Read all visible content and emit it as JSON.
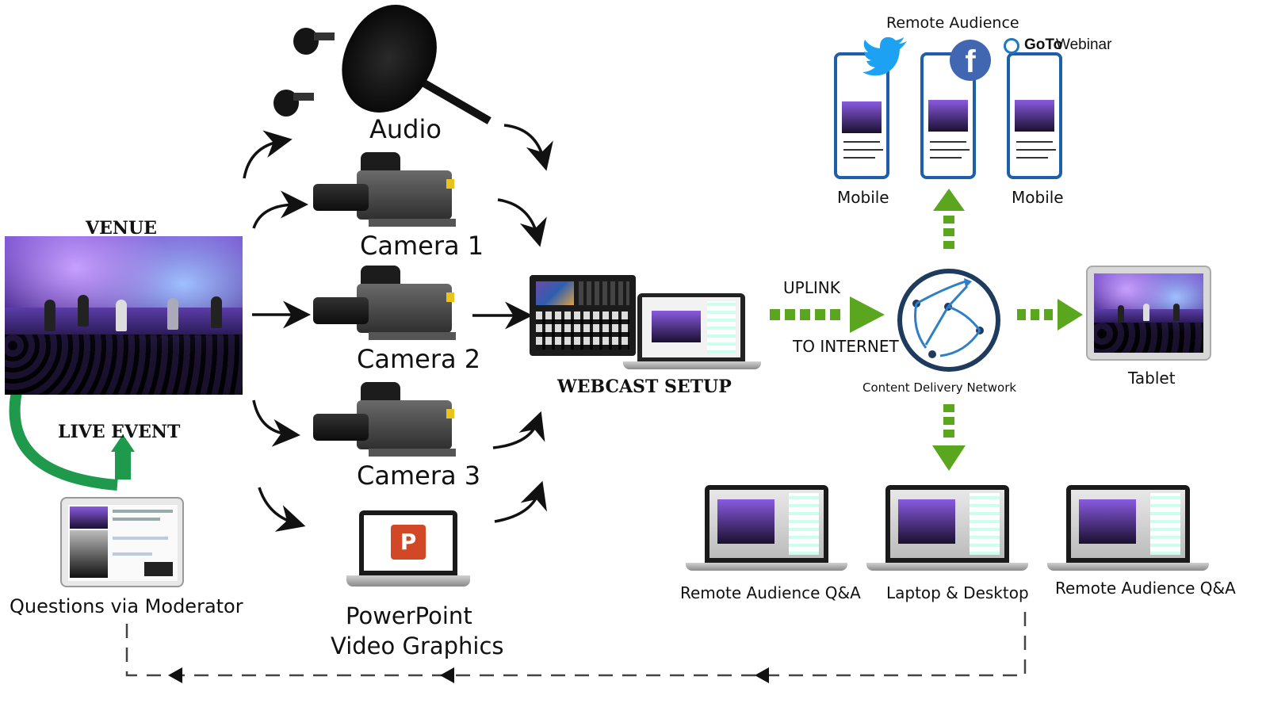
{
  "labels": {
    "venue": "VENUE",
    "live_event": "LIVE EVENT",
    "questions": "Questions via Moderator",
    "audio": "Audio",
    "camera1": "Camera 1",
    "camera2": "Camera 2",
    "camera3": "Camera 3",
    "powerpoint_line1": "PowerPoint",
    "powerpoint_line2": "Video Graphics",
    "webcast_setup": "WEBCAST SETUP",
    "uplink": "UPLINK",
    "to_internet": "TO INTERNET",
    "cdn": "Content Delivery Network",
    "remote_audience": "Remote Audience",
    "gotowebinar_goto": "GoTo",
    "gotowebinar_webinar": "Webinar",
    "mobile_left": "Mobile",
    "mobile_right": "Mobile",
    "tablet": "Tablet",
    "remote_qa_left": "Remote Audience Q&A",
    "laptop_desktop": "Laptop & Desktop",
    "remote_qa_right": "Remote Audience Q&A",
    "powerpoint_logo": "P"
  },
  "icons": {
    "twitter": "twitter-icon",
    "facebook": "facebook-icon",
    "facebook_glyph": "f",
    "cdn": "network-globe-icon"
  },
  "colors": {
    "green_arrow": "#5aa61e",
    "moderator_arrow": "#1f9a4d",
    "phone_frame": "#1d5fa8",
    "twitter": "#1da1f2",
    "facebook": "#4267b2",
    "powerpoint": "#d24726"
  }
}
